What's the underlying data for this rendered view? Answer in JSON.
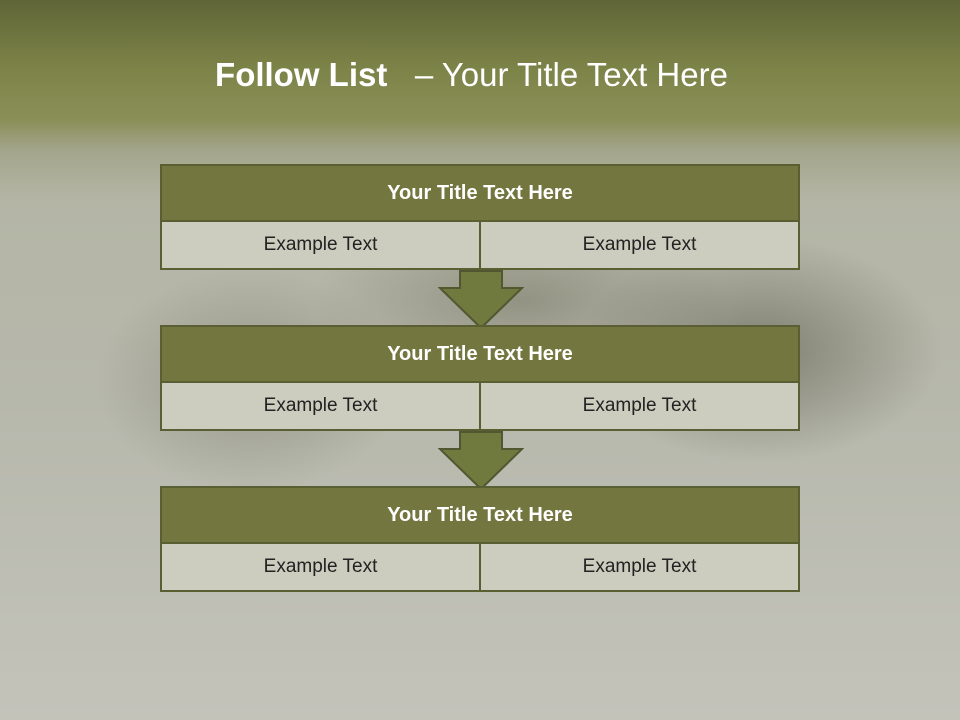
{
  "slide_title": {
    "bold": "Follow List",
    "rest": "– Your Title Text Here"
  },
  "steps": [
    {
      "title": "Your Title Text Here",
      "left": "Example Text",
      "right": "Example Text"
    },
    {
      "title": "Your Title Text Here",
      "left": "Example Text",
      "right": "Example Text"
    },
    {
      "title": "Your Title Text Here",
      "left": "Example Text",
      "right": "Example Text"
    }
  ],
  "colors": {
    "header_fill": "#73763f",
    "border": "#5a5e33",
    "cell_fill": "#ccccbf",
    "arrow_fill": "#707a3e"
  },
  "icons": [
    "down-arrow-icon",
    "down-arrow-icon"
  ]
}
